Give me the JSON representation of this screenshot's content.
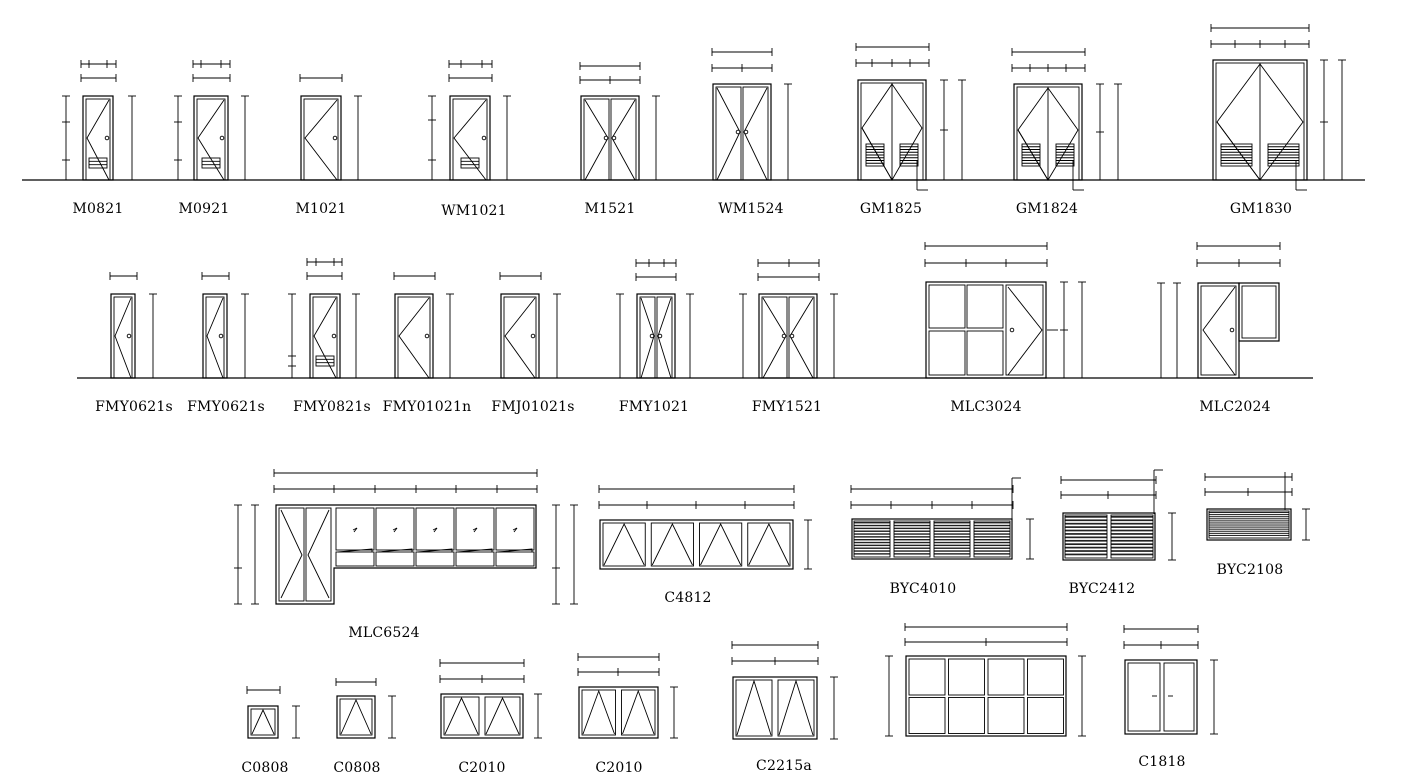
{
  "sheet": {
    "title": ""
  },
  "rows": [
    {
      "name": "row-1",
      "items": [
        {
          "code": "M0821"
        },
        {
          "code": "M0921"
        },
        {
          "code": "M1021"
        },
        {
          "code": "WM1021"
        },
        {
          "code": "M1521"
        },
        {
          "code": "WM1524"
        },
        {
          "code": "GM1825"
        },
        {
          "code": "GM1824"
        },
        {
          "code": "GM1830"
        }
      ]
    },
    {
      "name": "row-2",
      "items": [
        {
          "code": "FMY0621s"
        },
        {
          "code": "FMY0621s"
        },
        {
          "code": "FMY0821s"
        },
        {
          "code": "FMY01021n"
        },
        {
          "code": "FMJ01021s"
        },
        {
          "code": "FMY1021"
        },
        {
          "code": "FMY1521"
        },
        {
          "code": "MLC3024"
        },
        {
          "code": "MLC2024"
        }
      ]
    },
    {
      "name": "row-3",
      "items": [
        {
          "code": "MLC6524"
        },
        {
          "code": "C4812"
        },
        {
          "code": "BYC4010"
        },
        {
          "code": "BYC2412"
        },
        {
          "code": "BYC2108"
        }
      ]
    },
    {
      "name": "row-4",
      "items": [
        {
          "code": "C0808"
        },
        {
          "code": "C0808"
        },
        {
          "code": "C2010"
        },
        {
          "code": "C2010"
        },
        {
          "code": "C2215a"
        },
        {
          "code": "C1818"
        }
      ]
    }
  ],
  "colors": {
    "line": "#000000",
    "background": "#ffffff"
  }
}
